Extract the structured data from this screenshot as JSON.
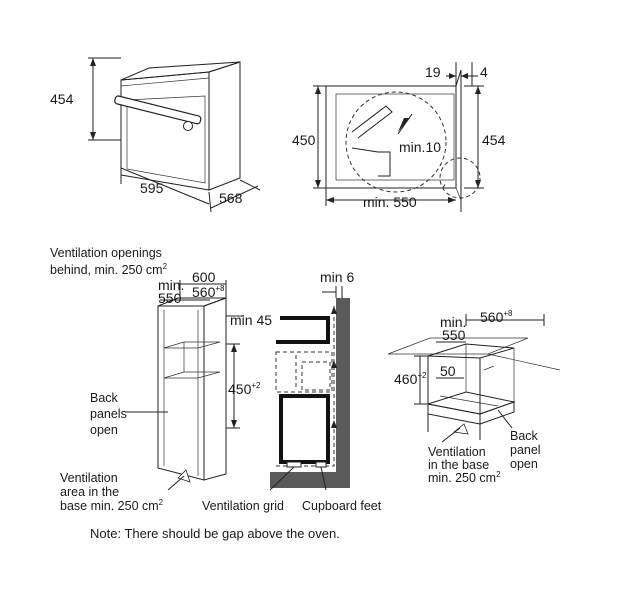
{
  "top_left": {
    "height": "454",
    "width": "595",
    "depth": "568"
  },
  "top_right": {
    "gap_top": "19",
    "gap_side": "4",
    "height_inner": "450",
    "height_outer": "454",
    "min_gap": "min.10",
    "min_depth": "min. 550"
  },
  "tall_unit": {
    "vent_behind_line1": "Ventilation openings",
    "vent_behind_line2": "behind, min. 250 cm",
    "vent_behind_sup": "2",
    "w600": "600",
    "min_label": "min.",
    "min550": "550",
    "w560": "560",
    "w560_sup": "+8",
    "min45": "min 45",
    "h450": "450",
    "h450_sup": "+2",
    "back_line1": "Back",
    "back_line2": "panels",
    "back_line3": "open",
    "vent_base_line1": "Ventilation",
    "vent_base_line2": "area in the",
    "vent_base_line3": "base min. 250 cm",
    "vent_base_sup": "2"
  },
  "section": {
    "min6": "min 6",
    "vent_grid": "Ventilation grid",
    "cupboard_feet": "Cupboard feet"
  },
  "under_counter": {
    "min_label": "min.",
    "min550": "550",
    "w560": "560",
    "w560_sup": "+8",
    "h460": "460",
    "h460_sup": "+2",
    "d50": "50",
    "back_line1": "Back",
    "back_line2": "panel",
    "back_line3": "open",
    "vent_line1": "Ventilation",
    "vent_line2": "in the base",
    "vent_line3": "min. 250 cm",
    "vent_sup": "2"
  },
  "note": "Note: There should be gap above the oven."
}
